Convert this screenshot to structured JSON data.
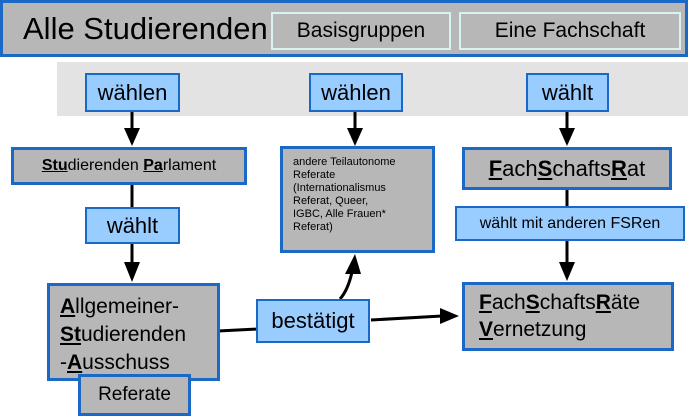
{
  "header": {
    "title": "Alle Studierenden",
    "group1": "Basisgruppen",
    "group2": "Eine Fachschaft"
  },
  "row1": {
    "left": "wählen",
    "middle": "wählen",
    "right": "wählt"
  },
  "stupa": {
    "p1": "Stu",
    "p2": "dierenden ",
    "p3": "Pa",
    "p4": "rlament"
  },
  "andere_text": "andere Teilautonome\nReferate\n(Internationalismus\nReferat, Queer,\nIGBC, Alle Frauen*\nReferat)",
  "fsr": {
    "p1": "F",
    "p2": "ach",
    "p3": "S",
    "p4": "chafts",
    "p5": "R",
    "p6": "at"
  },
  "waehlt_left": "wählt",
  "waehlt_mit": "wählt mit anderen FSRen",
  "asta": {
    "l1a": "A",
    "l1b": "llgemeiner-",
    "l2a": "St",
    "l2b": "udierenden",
    "l3a": "-",
    "l3b": "A",
    "l3c": "usschuss"
  },
  "referate": "Referate",
  "bestaetigt": "bestätigt",
  "fsrv": {
    "p1": "F",
    "p2": "ach",
    "p3": "S",
    "p4": "chafts",
    "p5": "R",
    "p6": "äte",
    "l2a": "V",
    "l2b": "ernetzung"
  },
  "colors": {
    "box_gray": "#b7b7b7",
    "box_blue": "#99ccff",
    "border": "#1a69c7",
    "band": "#e3e3e3"
  }
}
